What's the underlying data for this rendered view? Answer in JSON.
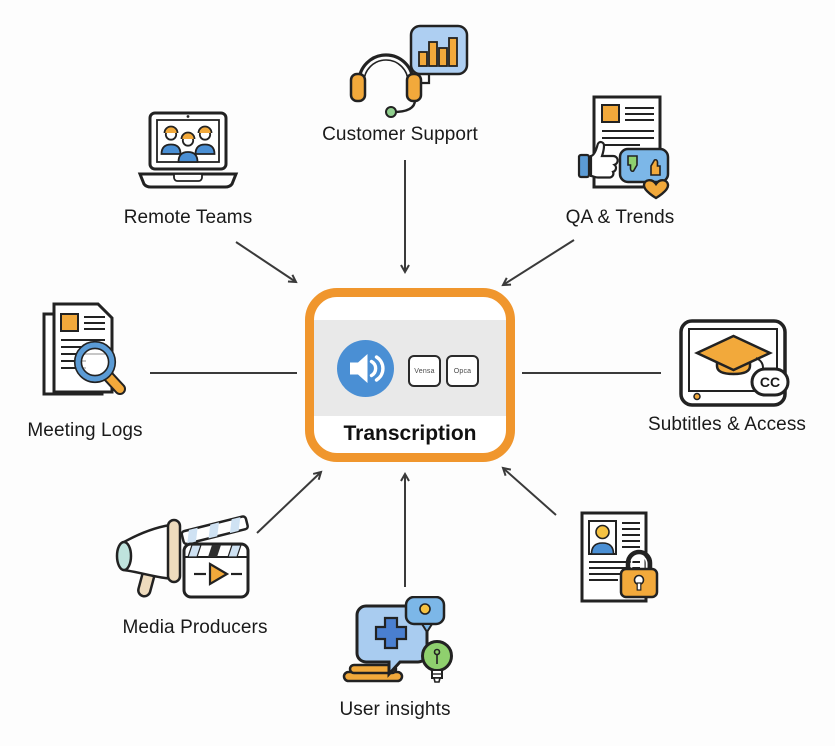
{
  "center": {
    "label": "Transcription",
    "icon": "speaker-icon",
    "chips": [
      {
        "label": "Vensa"
      },
      {
        "label": "Opca"
      }
    ]
  },
  "nodes": [
    {
      "id": "customer-support",
      "label": "Customer Support",
      "icon": "headset-chart-icon",
      "position": "top"
    },
    {
      "id": "remote-teams",
      "label": "Remote Teams",
      "icon": "laptop-team-icon",
      "position": "top-left"
    },
    {
      "id": "qa-trends",
      "label": "QA & Trends",
      "icon": "feedback-document-icon",
      "position": "top-right"
    },
    {
      "id": "meeting-logs",
      "label": "Meeting Logs",
      "icon": "document-magnifier-icon",
      "position": "left"
    },
    {
      "id": "subtitles-access",
      "label": "Subtitles & Access",
      "icon": "tablet-graduation-cc-icon",
      "position": "right",
      "badge": "CC"
    },
    {
      "id": "media-producers",
      "label": "Media Producers",
      "icon": "megaphone-clapperboard-icon",
      "position": "bottom-left"
    },
    {
      "id": "user-insights",
      "label": "User insights",
      "icon": "chat-plus-lightbulb-icon",
      "position": "bottom"
    },
    {
      "id": "locked-records",
      "label": "",
      "icon": "document-lock-icon",
      "position": "bottom-right"
    }
  ],
  "colors": {
    "accent_orange": "#F0962D",
    "icon_amber": "#F2A93B",
    "icon_blue": "#4A8FD4",
    "icon_light_blue": "#A9CCF0",
    "icon_green": "#8FD06E",
    "arrow": "#3A3A3A",
    "band_gray": "#E9E9E9"
  }
}
